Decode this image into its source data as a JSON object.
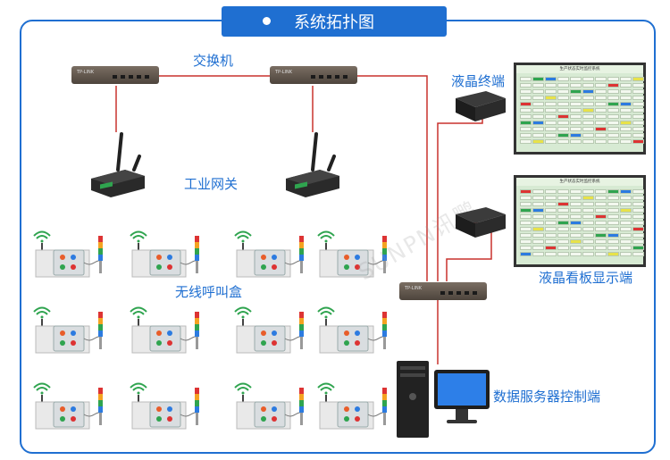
{
  "title": "系统拓扑图",
  "labels": {
    "switch": "交换机",
    "gateway": "工业网关",
    "call_box": "无线呼叫盒",
    "lcd_terminal": "液晶终端",
    "lcd_board": "液晶看板显示端",
    "server": "数据服务器控制端"
  },
  "screen_title": "生产状态实时监控系统",
  "watermark": "SUNPN讯鹏",
  "colors": {
    "accent": "#1f6fd1",
    "link": "#c8322d"
  }
}
